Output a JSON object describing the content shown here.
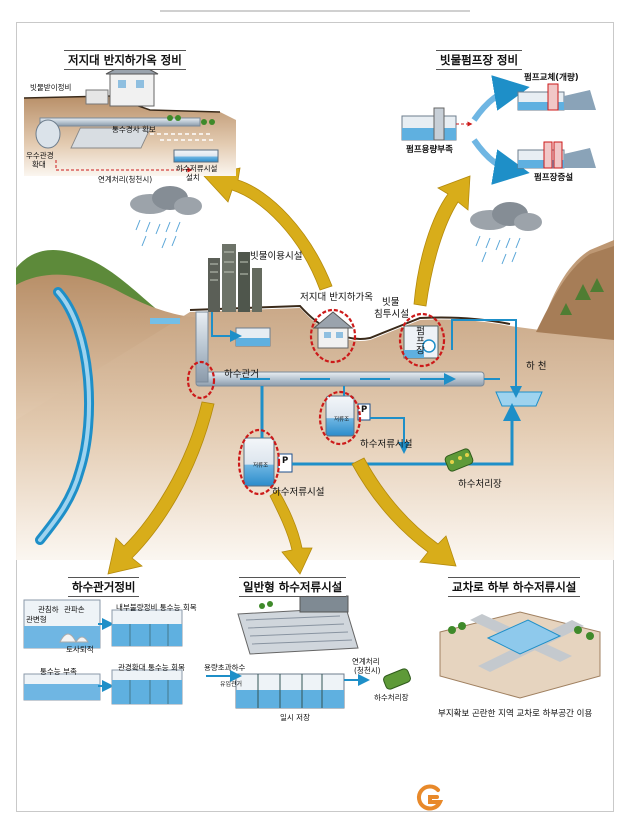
{
  "panels": {
    "lowland": {
      "title": "저지대 반지하가옥 정비",
      "labels": {
        "rain_outlet": "빗물받이정비",
        "slope": "통수경사 확보",
        "pipe_expand_1": "우수관경",
        "pipe_expand_2": "확대",
        "link": "연계처리(청천시)",
        "storage_1": "하수저류시설",
        "storage_2": "설치"
      }
    },
    "pump": {
      "title": "빗물펌프장 정비",
      "labels": {
        "replace": "펌프교체(개량)",
        "shortage": "펌프용량부족",
        "expand": "펌프장증설"
      }
    },
    "sewer": {
      "title": "하수관거정비",
      "labels": {
        "type_1": "관변형",
        "type_2": "관침하",
        "type_3": "관파손",
        "sediment": "토사퇴적",
        "result_1": "내부불량정비 통수능 회복",
        "shortage": "통수능 부족",
        "result_2": "관경확대 통수능 회복"
      }
    },
    "general": {
      "title": "일반형 하수저류시설",
      "labels": {
        "overflow": "용량초과하수",
        "inflow": "유입관거",
        "link_1": "연계처리",
        "link_2": "(청천시)",
        "temp": "일시 저장",
        "plant": "하수처리장"
      }
    },
    "crossroad": {
      "title": "교차로 하부 하수저류시설",
      "caption": "부지확보 곤란한 지역 교차로 하부공간 이용"
    }
  },
  "center": {
    "rain_use": "빗물이용시설",
    "lowland_house": "저지대 반지하가옥",
    "infiltration_1": "빗물",
    "infiltration_2": "침투시설",
    "pump_station": "펌프장",
    "river": "하 천",
    "sewer_pipe": "하수관거",
    "storage_a": "하수저류시설",
    "storage_b": "하수저류시설",
    "tank_a": "저류조",
    "tank_b": "저류조",
    "pump_p": "P",
    "treatment": "하수처리장"
  },
  "colors": {
    "water": "#1e8fc8",
    "arrow": "#d8ad1a",
    "highlight": "#cc1a1a",
    "ground": "#c9a27a"
  }
}
